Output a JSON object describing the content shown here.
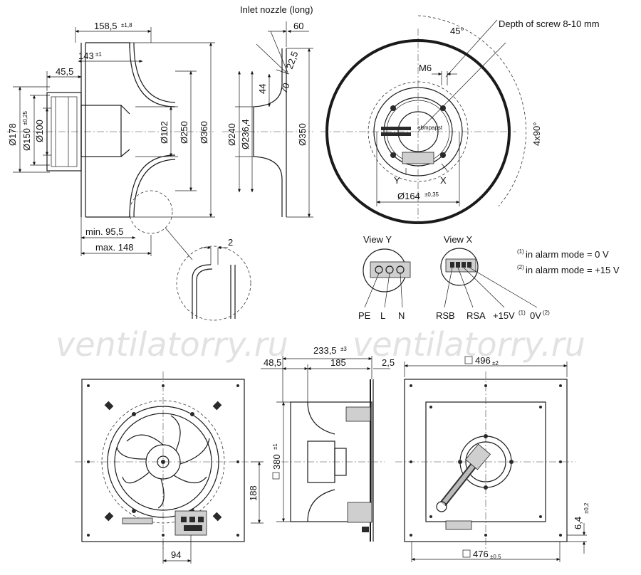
{
  "watermark": "ventilatorry.ru",
  "titles": {
    "inlet_nozzle": "Inlet nozzle (long)",
    "depth_of_screw": "Depth of screw 8-10 mm",
    "view_y": "View Y",
    "view_x": "View X"
  },
  "side_view": {
    "d_158_5": "158,5",
    "d_158_5_tol": "±1,8",
    "d_143": "143",
    "d_143_tol": "±1",
    "d_45_5": "45,5",
    "d_178": "Ø178",
    "d_150": "Ø150",
    "d_150_tol": "±0,25",
    "d_100": "Ø100",
    "d_102": "Ø102",
    "d_250": "Ø250",
    "d_360": "Ø360",
    "min_95_5": "min. 95,5",
    "max_148": "max. 148",
    "detail_2": "2"
  },
  "nozzle_view": {
    "d_60": "60",
    "d_22_5": "22,5",
    "d_70": "70",
    "d_44": "44",
    "d_240": "Ø240",
    "d_236_4": "Ø236,4",
    "d_350": "Ø350"
  },
  "front_view": {
    "angle_45": "45°",
    "m6": "M6",
    "angle_4x90": "4x90°",
    "label_y": "Y",
    "label_x": "X",
    "d_164": "Ø164",
    "d_164_tol": "±0,35",
    "brand": "ebmpapst"
  },
  "connectors": {
    "y_labels": [
      "PE",
      "L",
      "N"
    ],
    "x_labels": [
      "RSB",
      "RSA",
      "+15V",
      "0V"
    ],
    "x_label_sups": [
      "(1)",
      "(2)"
    ],
    "notes": [
      {
        "sup": "(1)",
        "text": "in alarm mode = 0 V"
      },
      {
        "sup": "(2)",
        "text": "in alarm mode = +15 V"
      }
    ]
  },
  "bottom_views": {
    "d_233_5": "233,5",
    "d_233_5_tol": "±3",
    "d_48_5": "48,5",
    "d_185": "185",
    "d_2_5": "2,5",
    "d_380": "380",
    "d_380_tol": "±1",
    "d_188": "188",
    "d_94": "94",
    "d_496": "496",
    "d_496_tol": "±2",
    "d_476": "476",
    "d_476_tol": "±0,5",
    "d_6_4": "6,4",
    "d_6_4_tol": "±0,2"
  }
}
